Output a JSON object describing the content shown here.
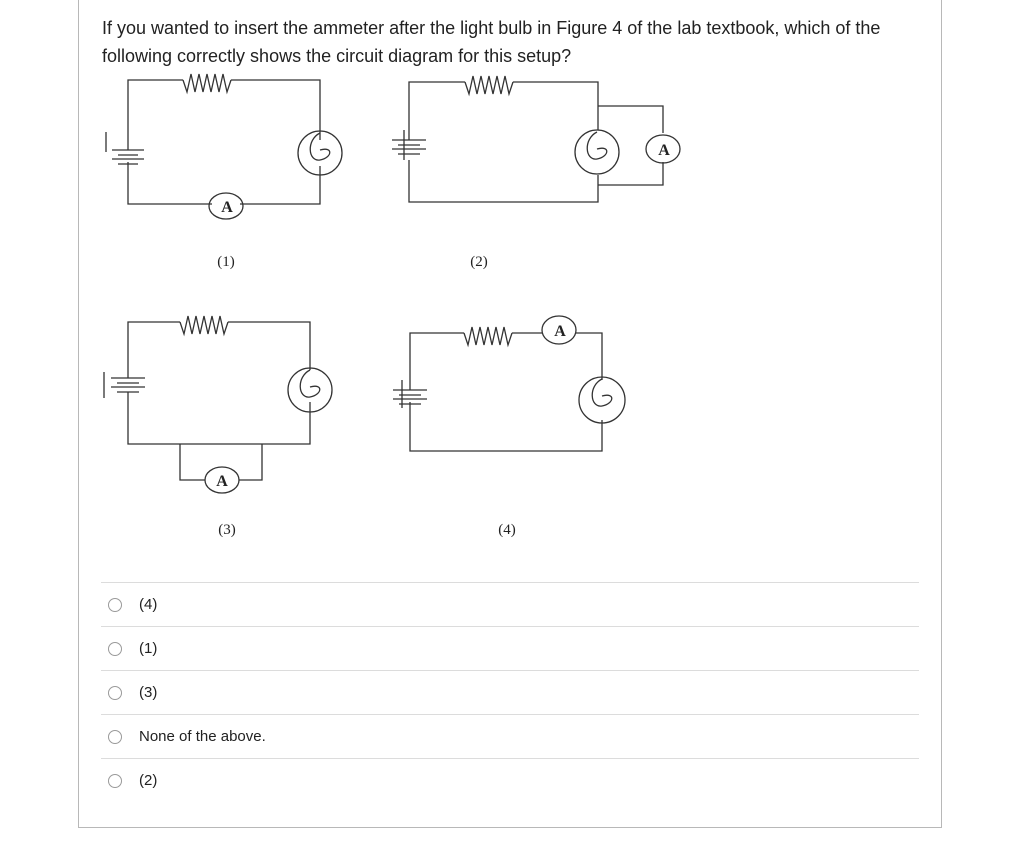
{
  "question": {
    "text": "If you wanted to insert the ammeter after the light bulb in Figure 4 of the lab textbook, which of the following correctly shows the circuit diagram for this setup?"
  },
  "figure": {
    "ammeter_symbol": "A",
    "diagram_labels": [
      "(1)",
      "(2)",
      "(3)",
      "(4)"
    ],
    "icons": [
      "battery-icon",
      "resistor-icon",
      "light-bulb-icon",
      "ammeter-icon"
    ]
  },
  "options": [
    {
      "label": "(4)"
    },
    {
      "label": "(1)"
    },
    {
      "label": "(3)"
    },
    {
      "label": "None of the above."
    },
    {
      "label": "(2)"
    }
  ],
  "colors": {
    "panel_border": "#b8b8b8",
    "divider": "#dcdcdc",
    "line": "#333333"
  }
}
